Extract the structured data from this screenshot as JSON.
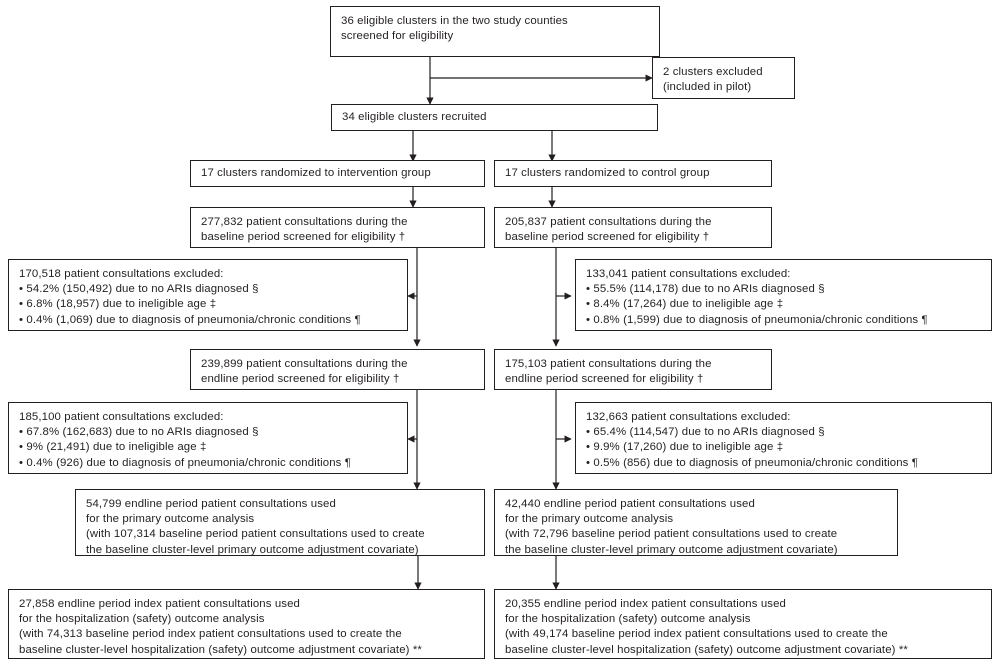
{
  "diagram": {
    "title": "CONSORT-style cluster randomized trial participant flow diagram",
    "stroke_color": "#231f20",
    "background_color": "#ffffff",
    "nodes": {
      "screened_clusters": "36 eligible clusters in the two study counties\nscreened for eligibility",
      "excluded_clusters": "2 clusters excluded\n(included in pilot)",
      "recruited_clusters": "34 eligible clusters recruited",
      "intervention_randomized": "17 clusters randomized to intervention group",
      "control_randomized": "17 clusters randomized to control group",
      "intervention_baseline_screened": "277,832 patient consultations during the\nbaseline period screened for eligibility †",
      "control_baseline_screened": "205,837 patient consultations during the\nbaseline period screened for eligibility †",
      "intervention_baseline_excluded": "170,518 patient consultations excluded:\n• 54.2% (150,492) due to no ARIs diagnosed §\n• 6.8% (18,957) due to ineligible age ‡\n• 0.4% (1,069) due to diagnosis of pneumonia/chronic conditions ¶",
      "control_baseline_excluded": "133,041 patient consultations excluded:\n• 55.5% (114,178) due to no ARIs diagnosed §\n• 8.4% (17,264) due to ineligible age ‡\n• 0.8% (1,599) due to diagnosis of pneumonia/chronic conditions ¶",
      "intervention_endline_screened": "239,899 patient consultations during the\nendline period screened for eligibility †",
      "control_endline_screened": "175,103 patient consultations during the\nendline period screened for eligibility †",
      "intervention_endline_excluded": "185,100 patient consultations excluded:\n• 67.8% (162,683) due to no ARIs diagnosed §\n• 9% (21,491) due to ineligible age ‡\n• 0.4% (926) due to diagnosis of pneumonia/chronic conditions ¶",
      "control_endline_excluded": "132,663 patient consultations excluded:\n• 65.4% (114,547) due to no ARIs diagnosed §\n• 9.9% (17,260) due to ineligible age ‡\n• 0.5% (856) due to diagnosis of pneumonia/chronic conditions ¶",
      "intervention_primary_outcome": "54,799 endline period patient consultations used\nfor the primary outcome analysis\n(with 107,314 baseline period patient consultations used to create\nthe baseline cluster-level primary outcome adjustment covariate)",
      "control_primary_outcome": "42,440 endline period patient consultations used\nfor the primary outcome analysis\n(with 72,796 baseline period patient consultations used to create\nthe baseline cluster-level primary outcome adjustment covariate)",
      "intervention_safety_outcome": "27,858 endline period index patient consultations used\nfor the hospitalization (safety) outcome analysis\n(with 74,313 baseline period index patient consultations used to create the\nbaseline cluster-level hospitalization (safety) outcome adjustment covariate) **",
      "control_safety_outcome": "20,355 endline period index patient consultations used\nfor the hospitalization (safety) outcome analysis\n(with 49,174 baseline period index patient consultations used to create the\nbaseline cluster-level hospitalization (safety) outcome adjustment covariate) **"
    }
  }
}
